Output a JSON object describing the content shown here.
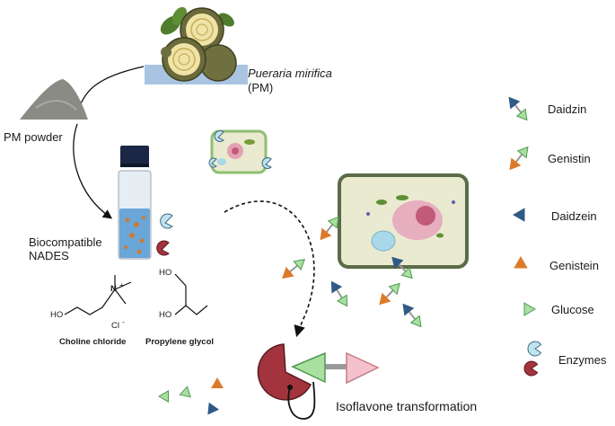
{
  "labels": {
    "plant_species": "Pueraria mirifica",
    "plant_abbrev": "(PM)",
    "powder": "PM powder",
    "nades_line1": "Biocompatible",
    "nades_line2": "NADES",
    "choline": "Choline chloride",
    "propylene": "Propylene glycol",
    "transformation": "Isoflavone transformation",
    "chem_ho_1": "HO",
    "chem_n": "N",
    "chem_plus": "+",
    "chem_cl": "Cl",
    "chem_minus": "-",
    "chem_ho_2": "HO",
    "chem_ho_3": "HO"
  },
  "legend": [
    {
      "label": "Daidzin",
      "icon": "daidzin-icon"
    },
    {
      "label": "Genistin",
      "icon": "genistin-icon"
    },
    {
      "label": "Daidzein",
      "icon": "daidzein-icon"
    },
    {
      "label": "Genistein",
      "icon": "genistein-icon"
    },
    {
      "label": "Glucose",
      "icon": "glucose-icon"
    },
    {
      "label": "Enzymes",
      "icon": "enzymes-icon"
    }
  ],
  "colors": {
    "glucose_green": "#a9dfa0",
    "glucose_stroke": "#4e9a52",
    "daidzein_blue": "#2f5a86",
    "genistein_orange": "#dd7a2a",
    "enzyme_light": "#bfe3ef",
    "enzyme_dark": "#a3343d",
    "transform_pink": "#f5c2cc",
    "cell_wall": "#5b6b48",
    "cell_fill": "#e9ead0"
  }
}
